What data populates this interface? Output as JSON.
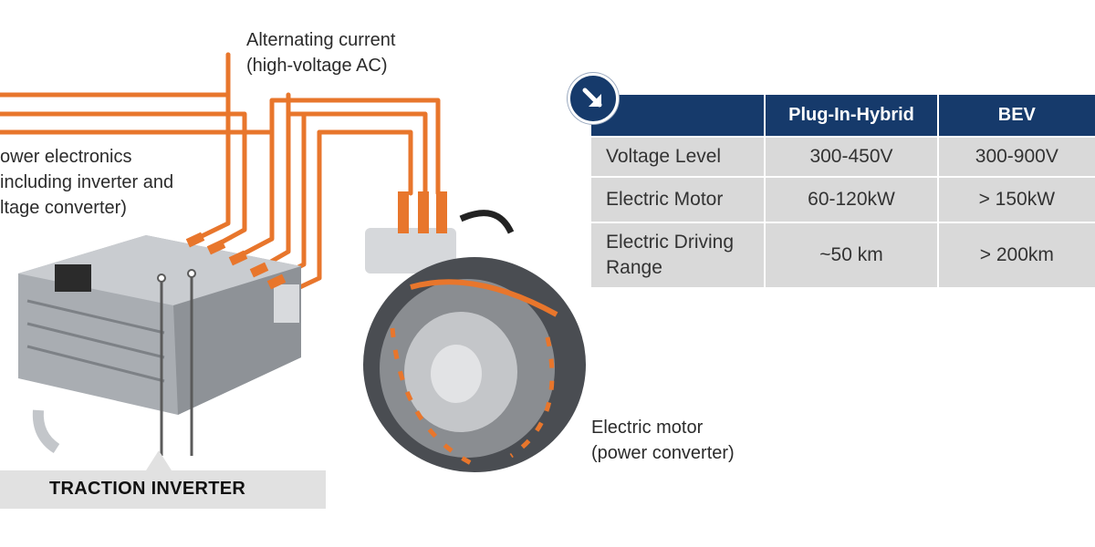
{
  "labels": {
    "ac_line1": "Alternating current",
    "ac_line2": "(high-voltage AC)",
    "pe_line1": "ower electronics",
    "pe_line2": "including inverter and",
    "pe_line3": "ltage converter)",
    "motor_line1": "Electric motor",
    "motor_line2": "(power converter)",
    "traction_inverter": "TRACTION INVERTER"
  },
  "table": {
    "headers": [
      "",
      "Plug-In-Hybrid",
      "BEV"
    ],
    "rows": [
      {
        "label": "Voltage Level",
        "phev": "300-450V",
        "bev": "300-900V"
      },
      {
        "label_line1": "Electric Motor",
        "phev": "60-120kW",
        "bev": "> 150kW"
      },
      {
        "label_line1": "Electric Driving",
        "label_line2": "Range",
        "phev": "~50 km",
        "bev": "> 200km"
      }
    ]
  },
  "colors": {
    "cable_orange": "#e8762c",
    "header_navy": "#163a6b",
    "cell_gray": "#d9d9d9",
    "label_box_gray": "#e1e1e1"
  },
  "icons": {
    "badge": "arrow-down-right-icon"
  }
}
